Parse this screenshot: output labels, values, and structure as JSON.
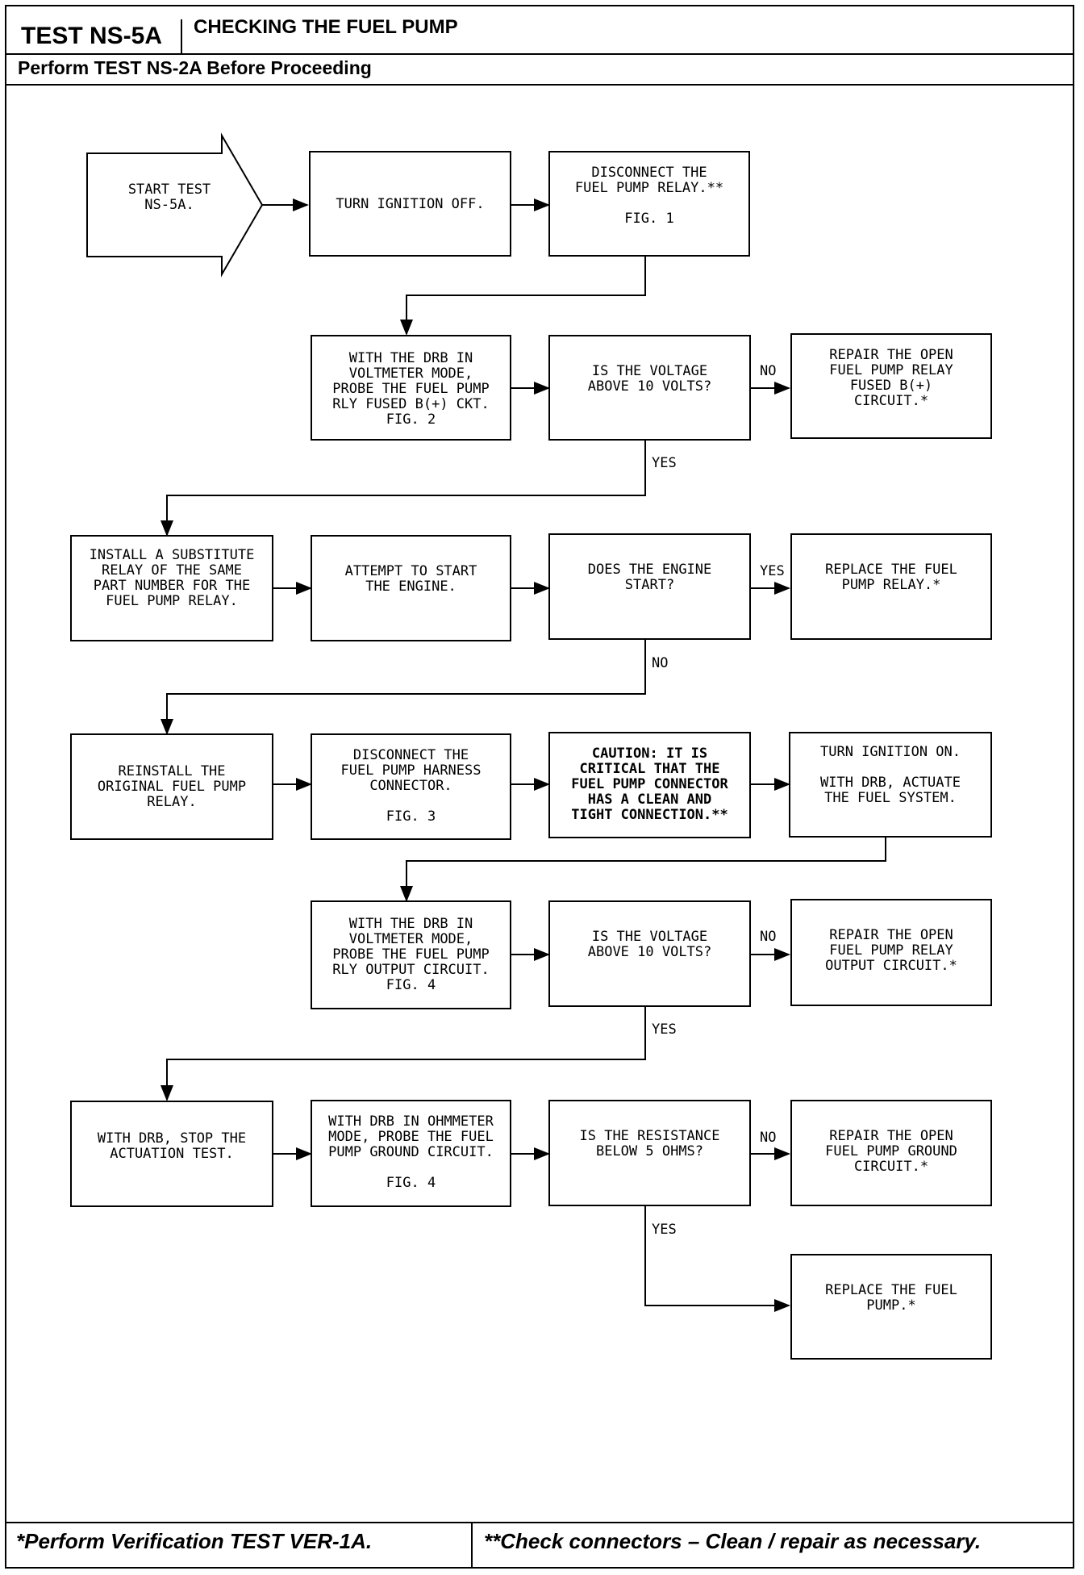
{
  "header": {
    "test_id": "TEST NS-5A",
    "title": "CHECKING THE FUEL PUMP",
    "prerequisite": "Perform TEST NS-2A Before Proceeding"
  },
  "flow": {
    "start": "START TEST\nNS-5A.",
    "s1": "TURN IGNITION OFF.",
    "s2": "DISCONNECT THE\nFUEL PUMP RELAY.**\n\nFIG. 1",
    "s3": "WITH THE DRB IN\nVOLTMETER MODE,\nPROBE THE FUEL PUMP\nRLY FUSED B(+) CKT.\nFIG. 2",
    "q1": "IS THE VOLTAGE\nABOVE 10 VOLTS?",
    "r1": "REPAIR THE OPEN\nFUEL PUMP RELAY\nFUSED B(+)\nCIRCUIT.*",
    "s4": "INSTALL A SUBSTITUTE\nRELAY OF THE SAME\nPART NUMBER FOR THE\nFUEL PUMP RELAY.",
    "s5": "ATTEMPT TO START\nTHE ENGINE.",
    "q2": "DOES THE ENGINE\nSTART?",
    "r2": "REPLACE THE FUEL\nPUMP RELAY.*",
    "s6": "REINSTALL THE\nORIGINAL FUEL PUMP\nRELAY.",
    "s7": "DISCONNECT THE\nFUEL PUMP HARNESS\nCONNECTOR.\n\nFIG. 3",
    "s8": "CAUTION: IT IS\nCRITICAL THAT THE\nFUEL PUMP CONNECTOR\nHAS A CLEAN AND\nTIGHT CONNECTION.**",
    "s9": "TURN IGNITION ON.\n\nWITH DRB, ACTUATE\nTHE FUEL SYSTEM.",
    "s10": "WITH THE DRB IN\nVOLTMETER MODE,\nPROBE THE FUEL PUMP\nRLY OUTPUT CIRCUIT.\nFIG. 4",
    "q3": "IS THE VOLTAGE\nABOVE 10 VOLTS?",
    "r3": "REPAIR THE OPEN\nFUEL PUMP RELAY\nOUTPUT CIRCUIT.*",
    "s11": "WITH DRB, STOP THE\nACTUATION TEST.",
    "s12": "WITH DRB IN OHMMETER\nMODE, PROBE THE FUEL\nPUMP GROUND CIRCUIT.\n\nFIG. 4",
    "q4": "IS THE RESISTANCE\nBELOW 5 OHMS?",
    "r4": "REPAIR THE OPEN\nFUEL PUMP GROUND\nCIRCUIT.*",
    "r5": "REPLACE THE FUEL\nPUMP.*",
    "yes": "YES",
    "no": "NO"
  },
  "footer": {
    "note1": "*Perform Verification TEST VER-1A.",
    "note2": "**Check connectors – Clean / repair as necessary."
  }
}
